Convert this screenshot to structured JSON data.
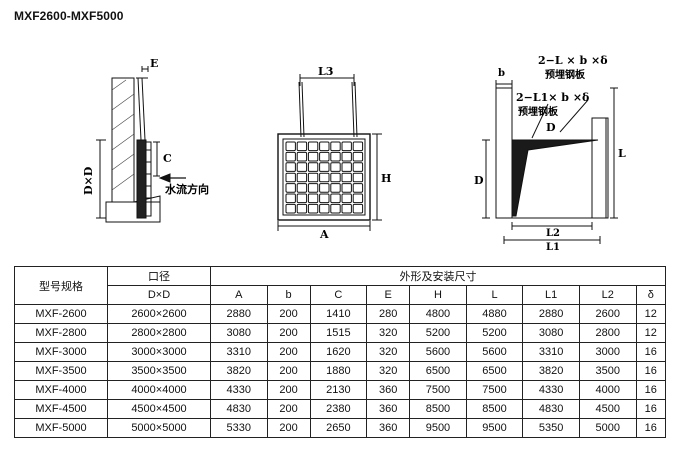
{
  "page_title": "MXF2600-MXF5000",
  "drawings": {
    "side": {
      "label_e": "E",
      "label_c": "C",
      "label_dxd": "D×D",
      "flow_label": "水流方向"
    },
    "front": {
      "label_l3": "L3",
      "label_h": "H",
      "label_a": "A"
    },
    "install": {
      "label_b": "b",
      "plate1": "2−L × b ×δ",
      "plate1_text": "预埋钢板",
      "plate2": "2−L1× b ×δ",
      "plate2_text": "预埋钢板",
      "label_d_top": "D",
      "label_d_left": "D",
      "label_l": "L",
      "label_l2": "L2",
      "label_l1": "L1"
    }
  },
  "table": {
    "header": {
      "model": "型号规格",
      "caliber": "口径",
      "caliber_sub": "D×D",
      "dims": "外形及安装尺寸",
      "columns": [
        "A",
        "b",
        "C",
        "E",
        "H",
        "L",
        "L1",
        "L2",
        "δ"
      ]
    },
    "rows": [
      [
        "MXF-2600",
        "2600×2600",
        "2880",
        "200",
        "1410",
        "280",
        "4800",
        "4880",
        "2880",
        "2600",
        "12"
      ],
      [
        "MXF-2800",
        "2800×2800",
        "3080",
        "200",
        "1515",
        "320",
        "5200",
        "5200",
        "3080",
        "2800",
        "12"
      ],
      [
        "MXF-3000",
        "3000×3000",
        "3310",
        "200",
        "1620",
        "320",
        "5600",
        "5600",
        "3310",
        "3000",
        "16"
      ],
      [
        "MXF-3500",
        "3500×3500",
        "3820",
        "200",
        "1880",
        "320",
        "6500",
        "6500",
        "3820",
        "3500",
        "16"
      ],
      [
        "MXF-4000",
        "4000×4000",
        "4330",
        "200",
        "2130",
        "360",
        "7500",
        "7500",
        "4330",
        "4000",
        "16"
      ],
      [
        "MXF-4500",
        "4500×4500",
        "4830",
        "200",
        "2380",
        "360",
        "8500",
        "8500",
        "4830",
        "4500",
        "16"
      ],
      [
        "MXF-5000",
        "5000×5000",
        "5330",
        "200",
        "2650",
        "360",
        "9500",
        "9500",
        "5350",
        "5000",
        "16"
      ]
    ]
  }
}
